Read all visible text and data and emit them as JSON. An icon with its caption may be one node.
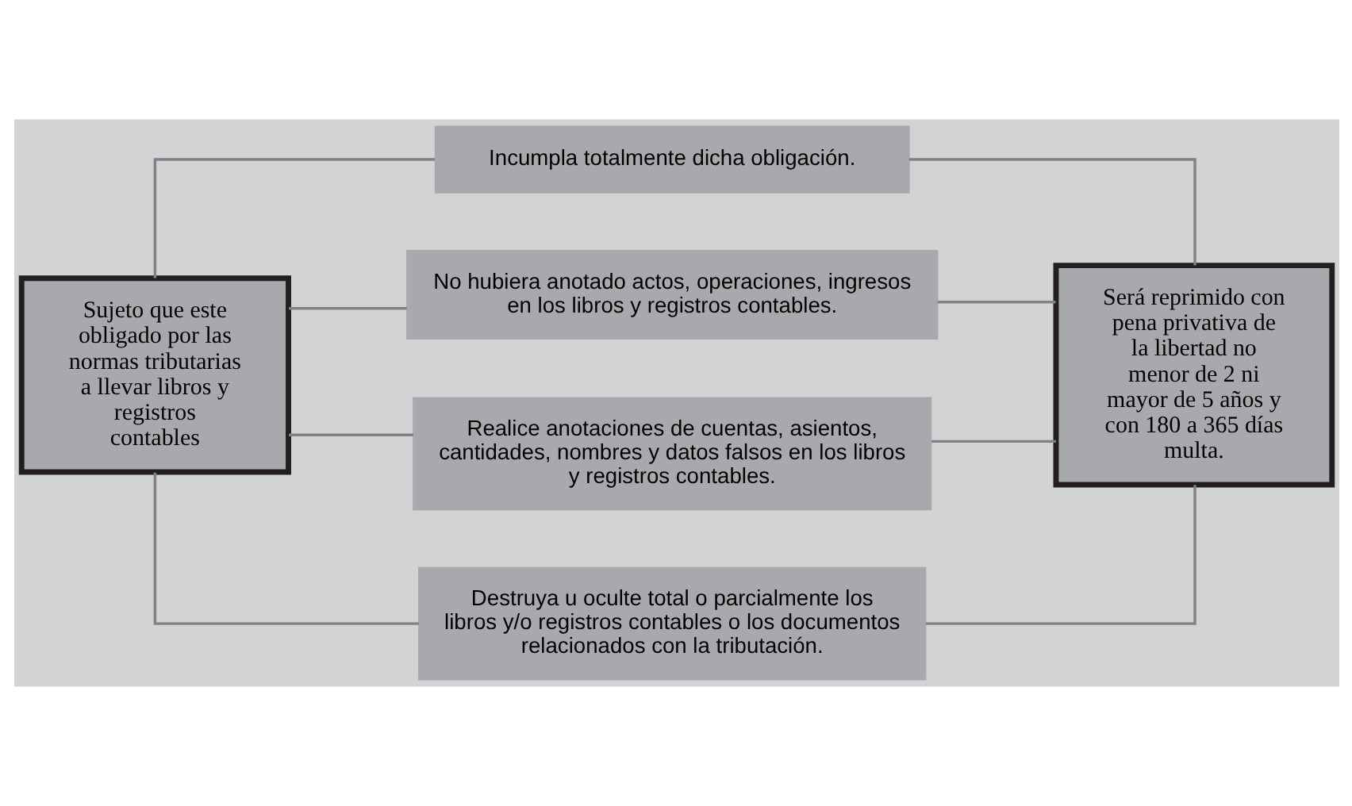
{
  "diagram": {
    "nodes": [
      {
        "text": [
          "Sujeto que este obligado por las normas tributarias a llevar libros y registros contables"
        ]
      },
      {
        "text": [
          "Incumpla totalmente dicha obligación."
        ]
      },
      {
        "text": [
          "No hubiera anotado actos, operaciones, ingresos en los libros y registros contables."
        ]
      },
      {
        "text": [
          "Realice anotaciones de cuentas, asientos, cantidades, nombres y datos falsos en los libros y registros contables."
        ]
      },
      {
        "text": [
          "Destruya u oculte total o parcialmente los libros y/o registros contables o los documentos relacionados con la tributación."
        ]
      },
      {
        "text": [
          "Será reprimido con pena privativa de la libertad no menor de 2 ni mayor de 5 años y con 180 a 365 días multa."
        ]
      }
    ],
    "edges": [
      {
        "from": 0,
        "to": 1,
        "arrow": "none"
      },
      {
        "from": 0,
        "to": 2,
        "arrow": "none"
      },
      {
        "from": 0,
        "to": 3,
        "arrow": "none"
      },
      {
        "from": 0,
        "to": 4,
        "arrow": "none"
      },
      {
        "from": 1,
        "to": 5,
        "arrow": "none"
      },
      {
        "from": 2,
        "to": 5,
        "arrow": "none"
      },
      {
        "from": 3,
        "to": 5,
        "arrow": "none"
      },
      {
        "from": 4,
        "to": 5,
        "arrow": "none"
      }
    ]
  }
}
